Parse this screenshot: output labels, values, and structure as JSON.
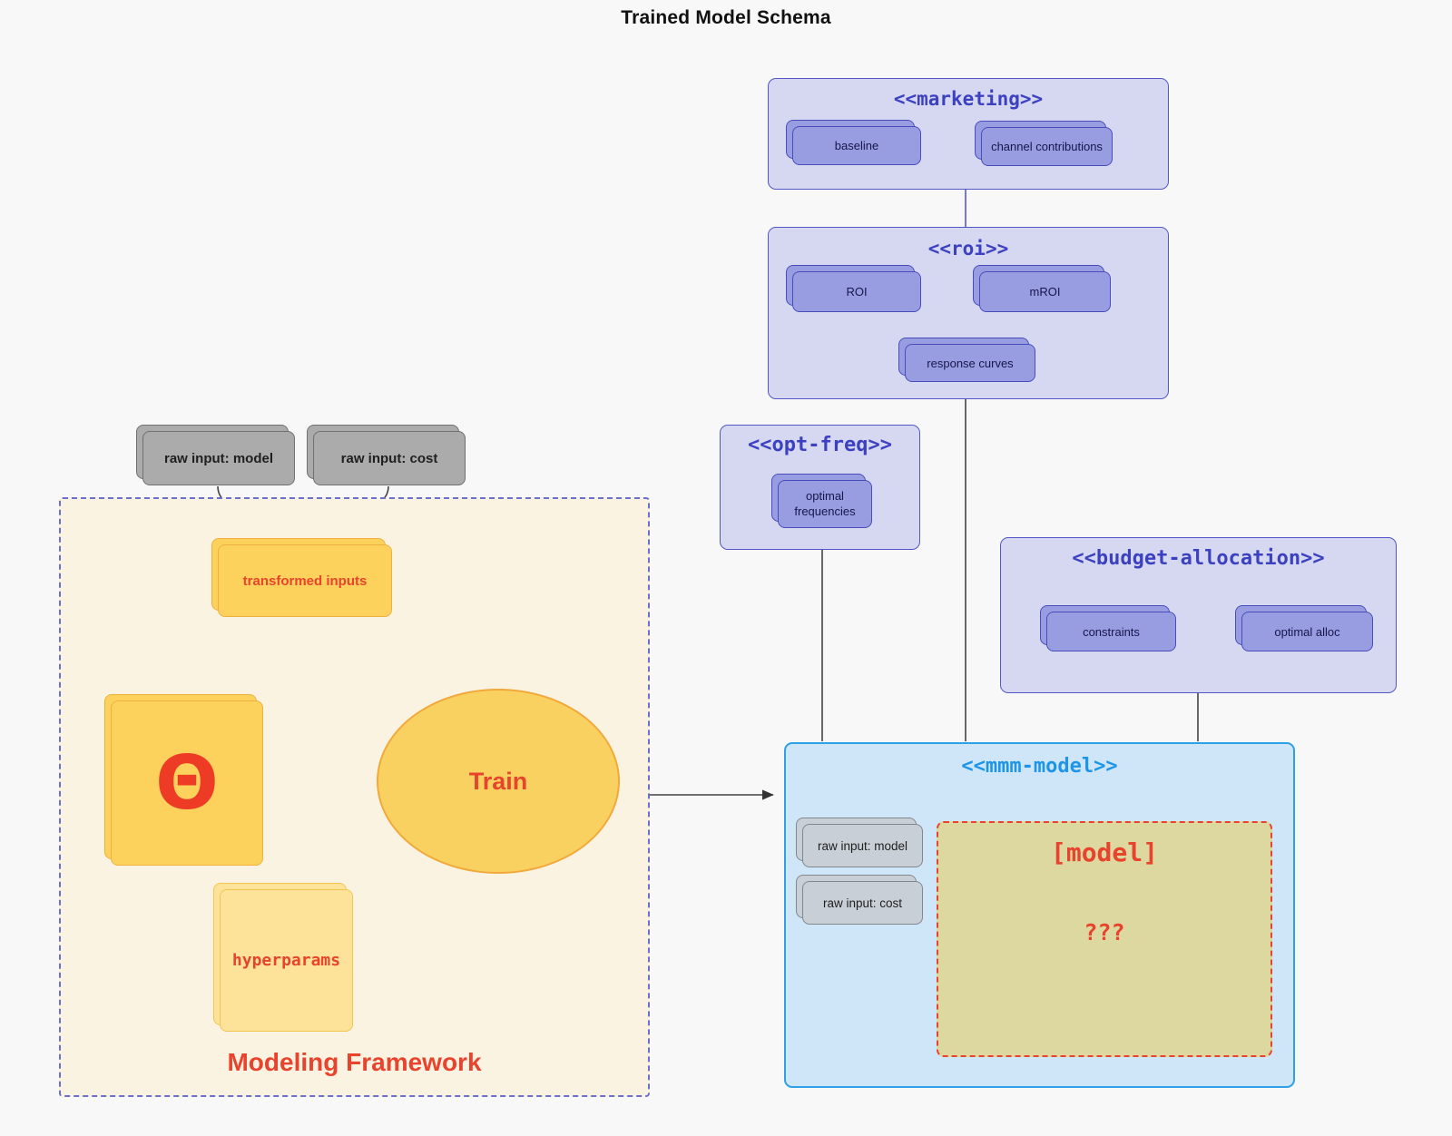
{
  "title": "Trained Model Schema",
  "marketing": {
    "title": "<<marketing>>",
    "baseline": "baseline",
    "channel_contributions": "channel contributions"
  },
  "roi": {
    "title": "<<roi>>",
    "roi": "ROI",
    "mroi": "mROI",
    "response_curves": "response curves"
  },
  "opt_freq": {
    "title": "<<opt-freq>>",
    "optimal_frequencies": "optimal frequencies"
  },
  "budget": {
    "title": "<<budget-allocation>>",
    "constraints": "constraints",
    "optimal_alloc": "optimal alloc"
  },
  "mmm": {
    "title": "<<mmm-model>>",
    "raw_input_model": "raw input: model",
    "raw_input_cost": "raw input: cost",
    "model_placeholder": "[model]",
    "unknown": "???"
  },
  "framework": {
    "title": "Modeling Framework",
    "transformed_inputs": "transformed inputs",
    "theta": "Θ",
    "train": "Train",
    "hyperparams": "hyperparams"
  },
  "inputs": {
    "raw_input_model": "raw input: model",
    "raw_input_cost": "raw input: cost"
  },
  "colors": {
    "accent_red": "#e8432c",
    "purple_border": "#5357c5",
    "purple_node_fill": "#989de2",
    "purple_subgraph_fill": "#d6d8f2",
    "blue_border": "#2da0e8",
    "blue_subgraph_fill": "#cfe5f8",
    "blue_title": "#1e96e8",
    "yellow_node_fill": "#fcd25c",
    "yellow_light_fill": "#fde29a",
    "framework_fill": "#faf3e2",
    "khaki_fill": "#ddd8a0",
    "gray_node_fill": "#ababab",
    "gray_inner_fill": "#c8cfd6"
  }
}
